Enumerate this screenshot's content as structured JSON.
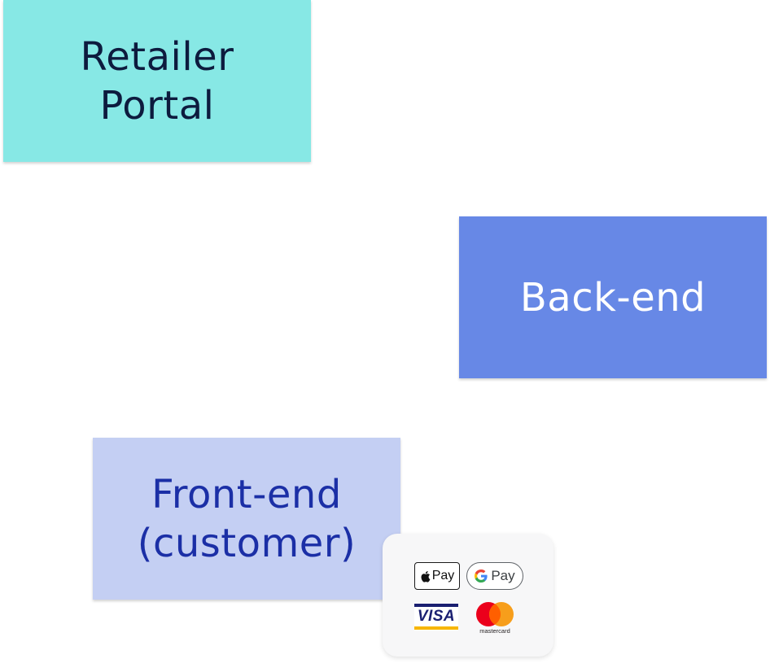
{
  "nodes": {
    "retailer_portal": {
      "line1": "Retailer",
      "line2": "Portal",
      "bg": "#87E8E5",
      "text_color": "#0D1B3E"
    },
    "back_end": {
      "label": "Back-end",
      "bg": "#6788E6",
      "text_color": "#FFFFFF"
    },
    "front_end": {
      "line1": "Front-end",
      "line2": "(customer)",
      "bg": "#C4CFF3",
      "text_color": "#1B2FA6"
    }
  },
  "payment_widget": {
    "apple_pay": {
      "glyph": "",
      "label": "Pay"
    },
    "google_pay": {
      "g": "G",
      "label": "Pay"
    },
    "visa": {
      "label": "VISA"
    },
    "mastercard": {
      "label": "mastercard"
    },
    "colors": {
      "visa_blue": "#1A1F71",
      "visa_gold": "#F7B600",
      "mc_red": "#EB001B",
      "mc_orange": "#F79E1B",
      "mc_overlap": "#FF5F00"
    }
  }
}
